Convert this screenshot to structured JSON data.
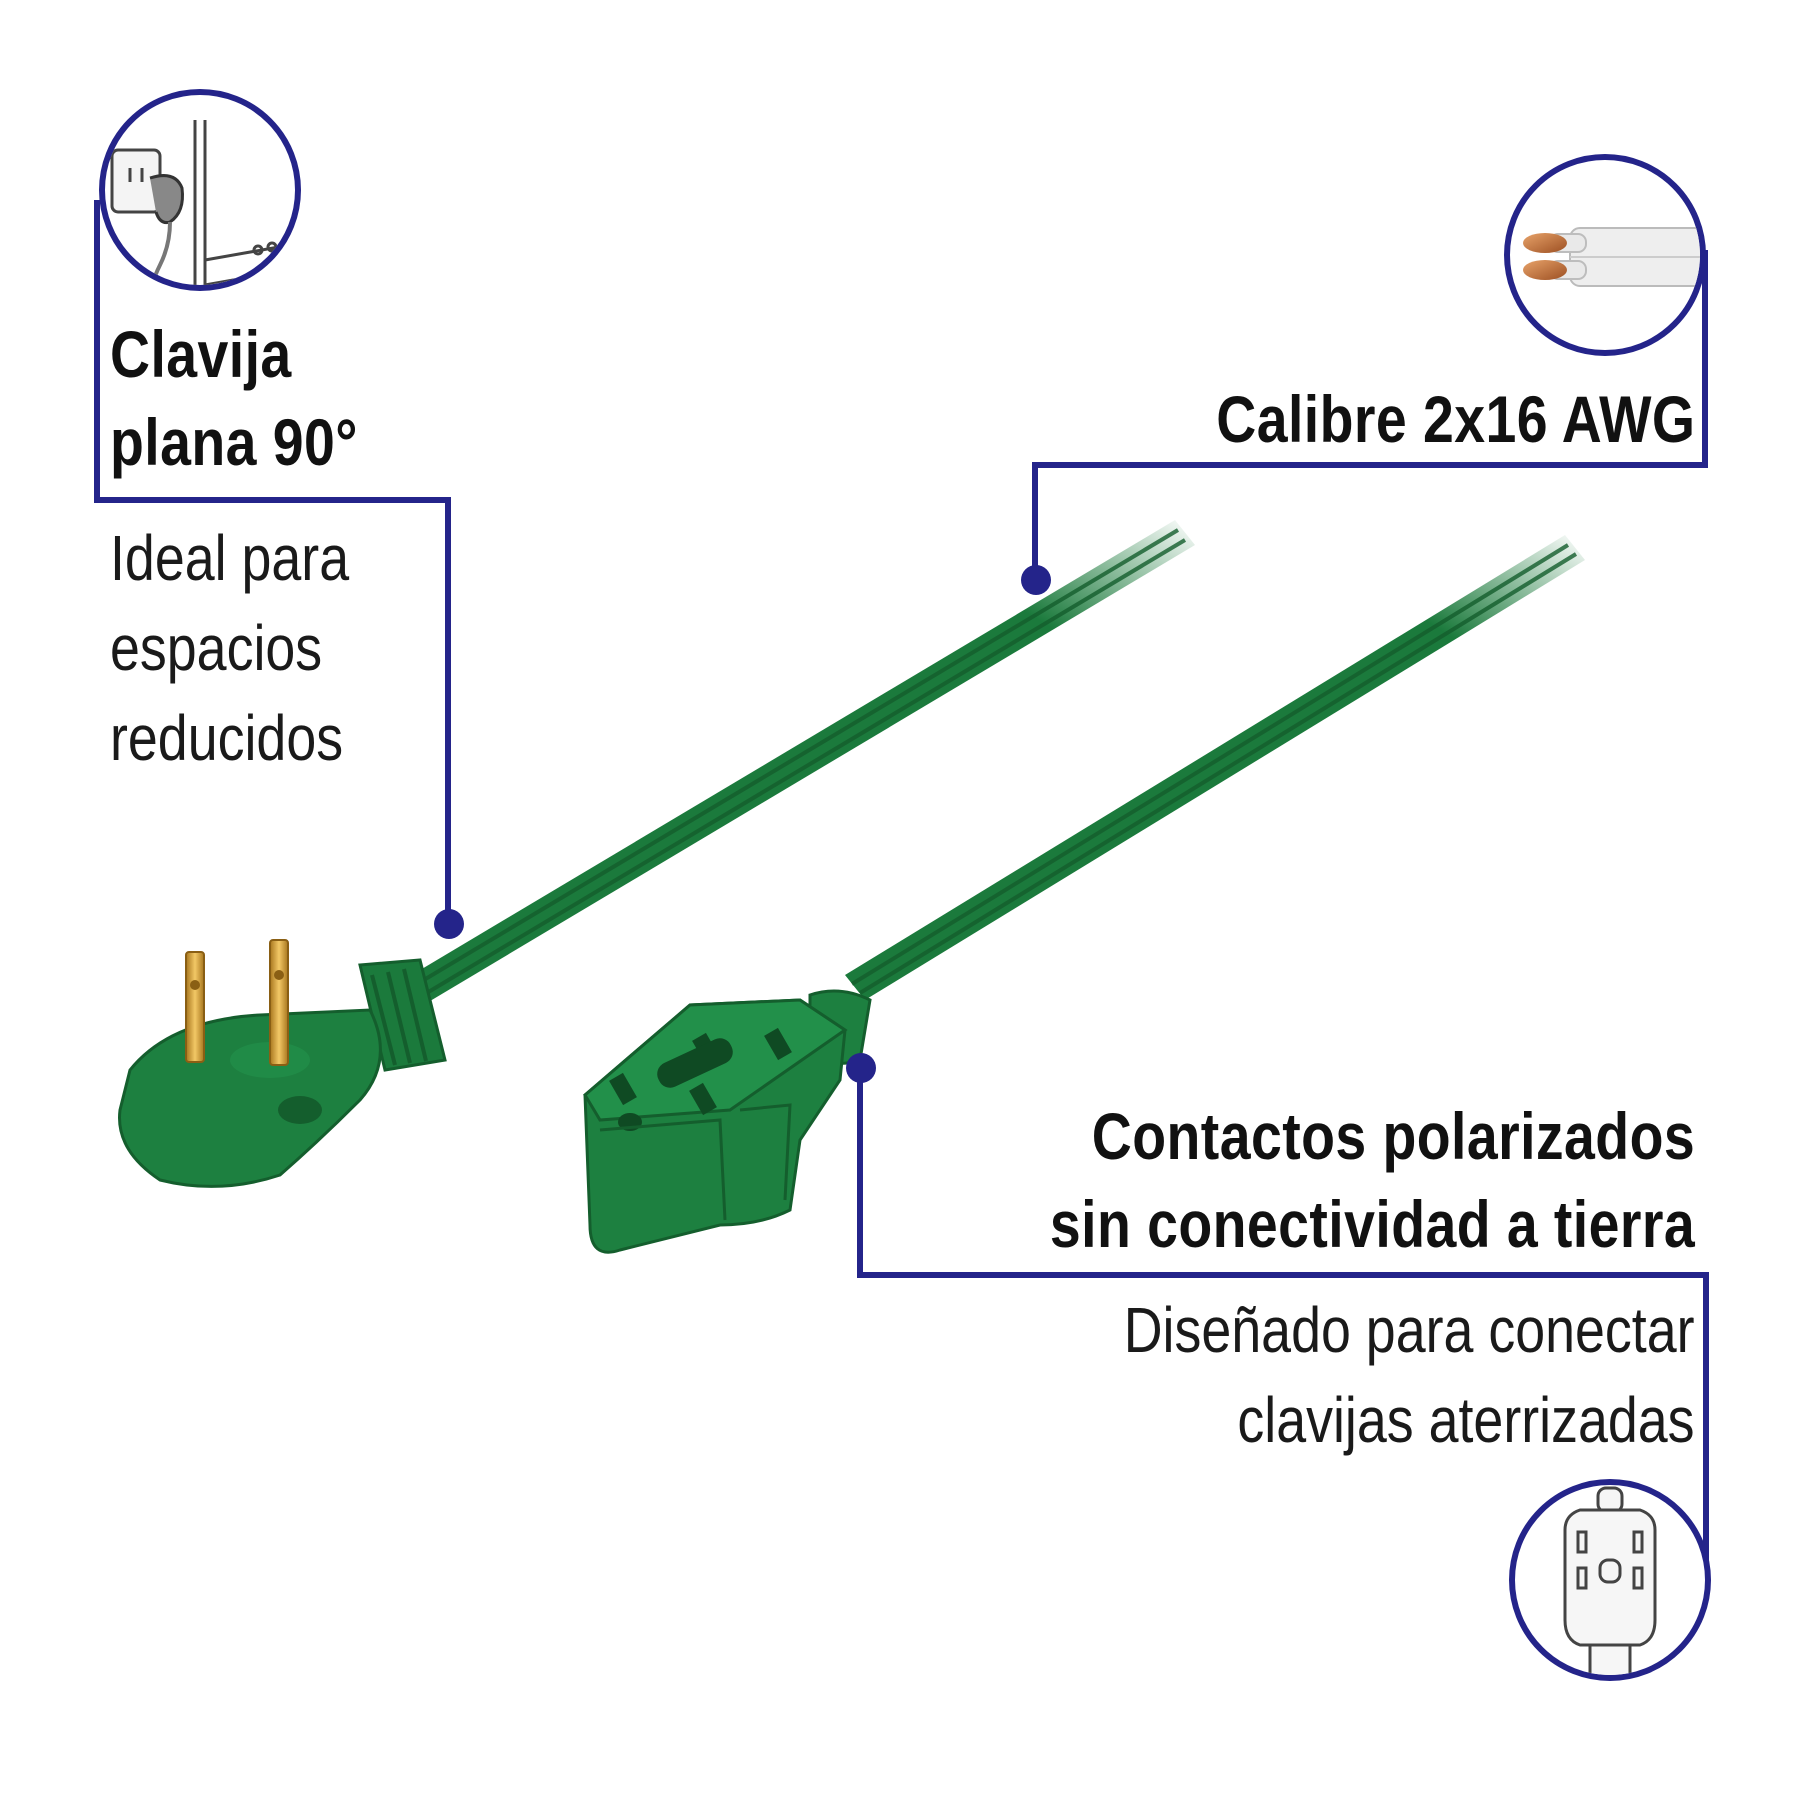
{
  "features": [
    {
      "id": "plug",
      "title": [
        "Clavija",
        "plana 90°"
      ],
      "description": [
        "Ideal para",
        "espacios",
        "reducidos"
      ],
      "icon": "wall-outlet-plug-icon"
    },
    {
      "id": "gauge",
      "title": [
        "Calibre 2x16 AWG"
      ],
      "description": [],
      "icon": "copper-wire-cable-icon"
    },
    {
      "id": "outlets",
      "title": [
        "Contactos polarizados",
        "sin conectividad a tierra"
      ],
      "description": [
        "Diseñado para conectar",
        "clavijas aterrizadas"
      ],
      "icon": "three-outlet-receptacle-icon"
    }
  ],
  "colors": {
    "accent": "#24248a",
    "cable": "#1b7a3c",
    "cable_dark": "#145e2d",
    "prong": "#d4a23c",
    "copper": "#c8703a"
  }
}
